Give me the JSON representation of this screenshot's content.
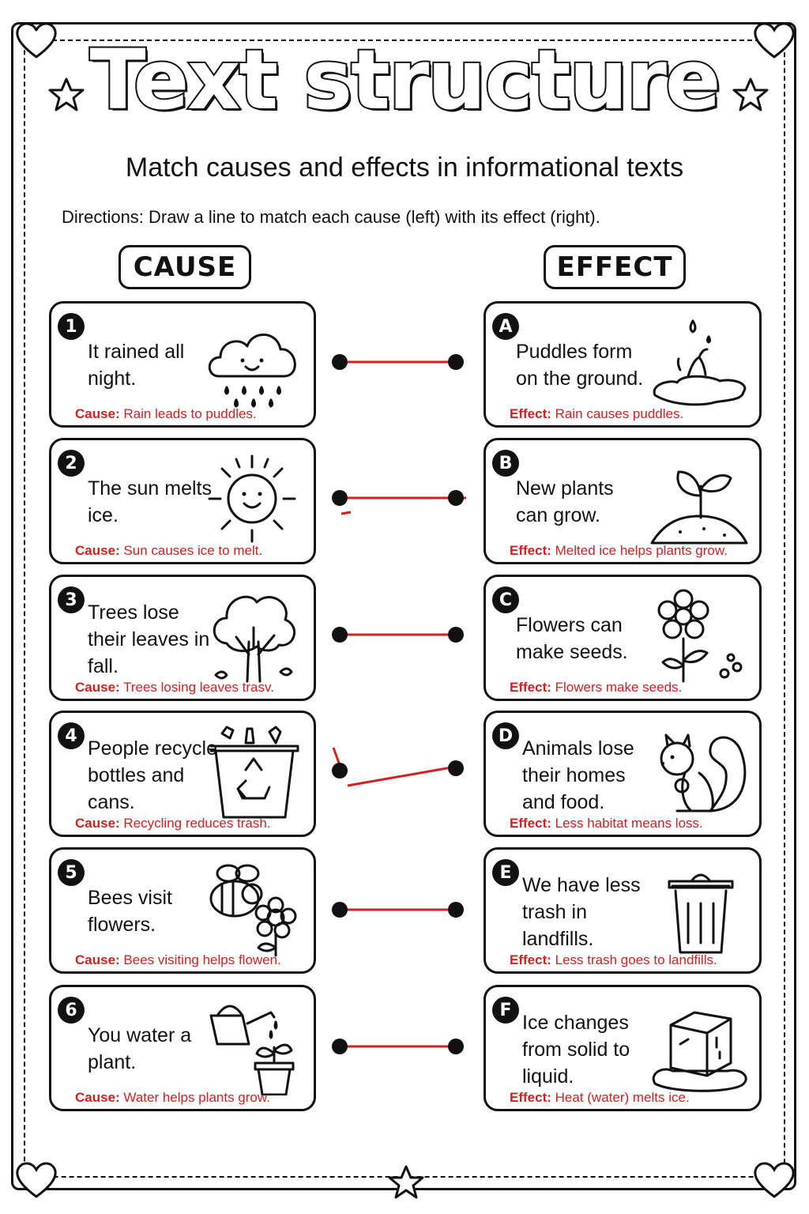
{
  "title": "Text structure",
  "subtitle": "Match causes and effects in informational texts",
  "directions": "Directions: Draw a line to match each cause (left) with its effect (right).",
  "columns": {
    "cause": "CAUSE",
    "effect": "EFFECT"
  },
  "note_labels": {
    "cause": "Cause:",
    "effect": "Effect:"
  },
  "causes": [
    {
      "num": "1",
      "text": "It rained all night.",
      "note": "Rain leads to puddles.",
      "icon": "rain-cloud-icon"
    },
    {
      "num": "2",
      "text": "The sun melts ice.",
      "note": "Sun causes ice to melt.",
      "icon": "sun-icon"
    },
    {
      "num": "3",
      "text": "Trees lose their leaves in fall.",
      "note": "Trees losing leaves trasv.",
      "icon": "tree-icon"
    },
    {
      "num": "4",
      "text": "People recycle bottles and cans.",
      "note": "Recycling reduces trash.",
      "icon": "recycle-bin-icon"
    },
    {
      "num": "5",
      "text": "Bees visit flowers.",
      "note": "Bees visiting helps flowen.",
      "icon": "bee-icon"
    },
    {
      "num": "6",
      "text": "You water a plant.",
      "note": "Water helps plants grow.",
      "icon": "watering-can-icon"
    }
  ],
  "effects": [
    {
      "letter": "A",
      "text": "Puddles form on the ground.",
      "note": "Rain causes puddles.",
      "icon": "puddle-icon"
    },
    {
      "letter": "B",
      "text": "New plants can grow.",
      "note": "Melted ice helps plants grow.",
      "icon": "sprout-icon"
    },
    {
      "letter": "C",
      "text": "Flowers can make seeds.",
      "note": "Flowers make seeds.",
      "icon": "flower-icon"
    },
    {
      "letter": "D",
      "text": "Animals lose their homes and food.",
      "note": "Less habitat means loss.",
      "icon": "squirrel-icon"
    },
    {
      "letter": "E",
      "text": "We have less trash in landfills.",
      "note": "Less trash goes to landfills.",
      "icon": "trash-can-icon"
    },
    {
      "letter": "F",
      "text": "Ice changes from solid to liquid.",
      "note": "Heat (water) melts ice.",
      "icon": "ice-cube-icon"
    }
  ],
  "colors": {
    "answer_line": "#d32020",
    "ink": "#111111"
  }
}
